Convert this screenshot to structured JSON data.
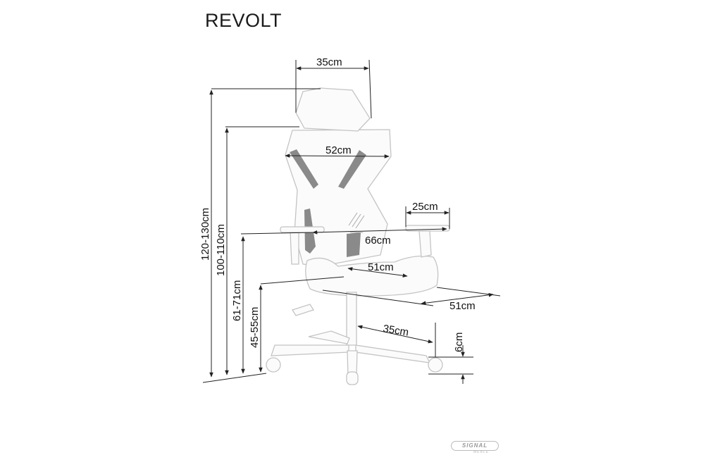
{
  "title": "REVOLT",
  "dimensions": {
    "headrest_width": "35cm",
    "backrest_width": "52cm",
    "armrest_depth": "25cm",
    "armrest_span": "66cm",
    "seat_width": "51cm",
    "seat_depth": "51cm",
    "base_radius": "35cm",
    "wheel_height": "6cm",
    "total_height": "120-130cm",
    "backrest_top_height": "100-110cm",
    "armrest_height": "61-71cm",
    "seat_height": "45-55cm"
  },
  "logo": {
    "brand": "SIGNAL",
    "sub": "MEBLE"
  },
  "colors": {
    "lines": "#222222",
    "chair_outline": "#c4c4c4",
    "mesh_dark": "#8a8a8a"
  }
}
